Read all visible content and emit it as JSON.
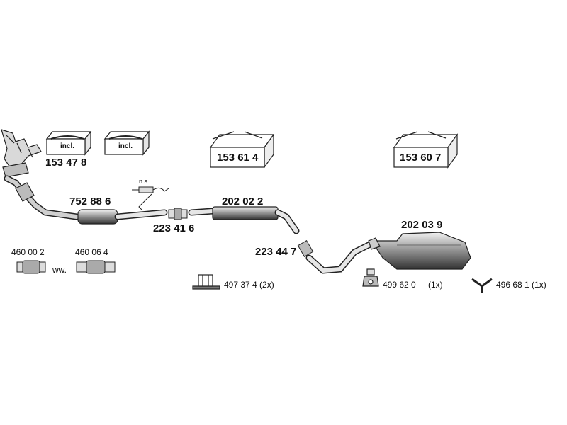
{
  "labels": {
    "manifold_kit_1": "153 47 8",
    "incl_1": "incl.",
    "incl_2": "incl.",
    "kit_box_1": "153 61 4",
    "kit_box_2": "153 60 7",
    "catalyst": "752 88 6",
    "na": "n.a.",
    "clamp_1": "223 41 6",
    "middle_pipe": "202 02 2",
    "clamp_2": "223 44 7",
    "rear_silencer": "202 03 9",
    "flex_1": "460 00 2",
    "flex_2": "460 06 4",
    "ww": "ww.",
    "mount_1": "497 37 4 (2x)",
    "mount_2_code": "499 62 0",
    "mount_2_qty": "(1x)",
    "mount_3": "496 68 1 (1x)"
  },
  "colors": {
    "line": "#222222",
    "part_fill": "#d9d9d9",
    "part_dark": "#555555",
    "box_fill": "#ffffff"
  }
}
